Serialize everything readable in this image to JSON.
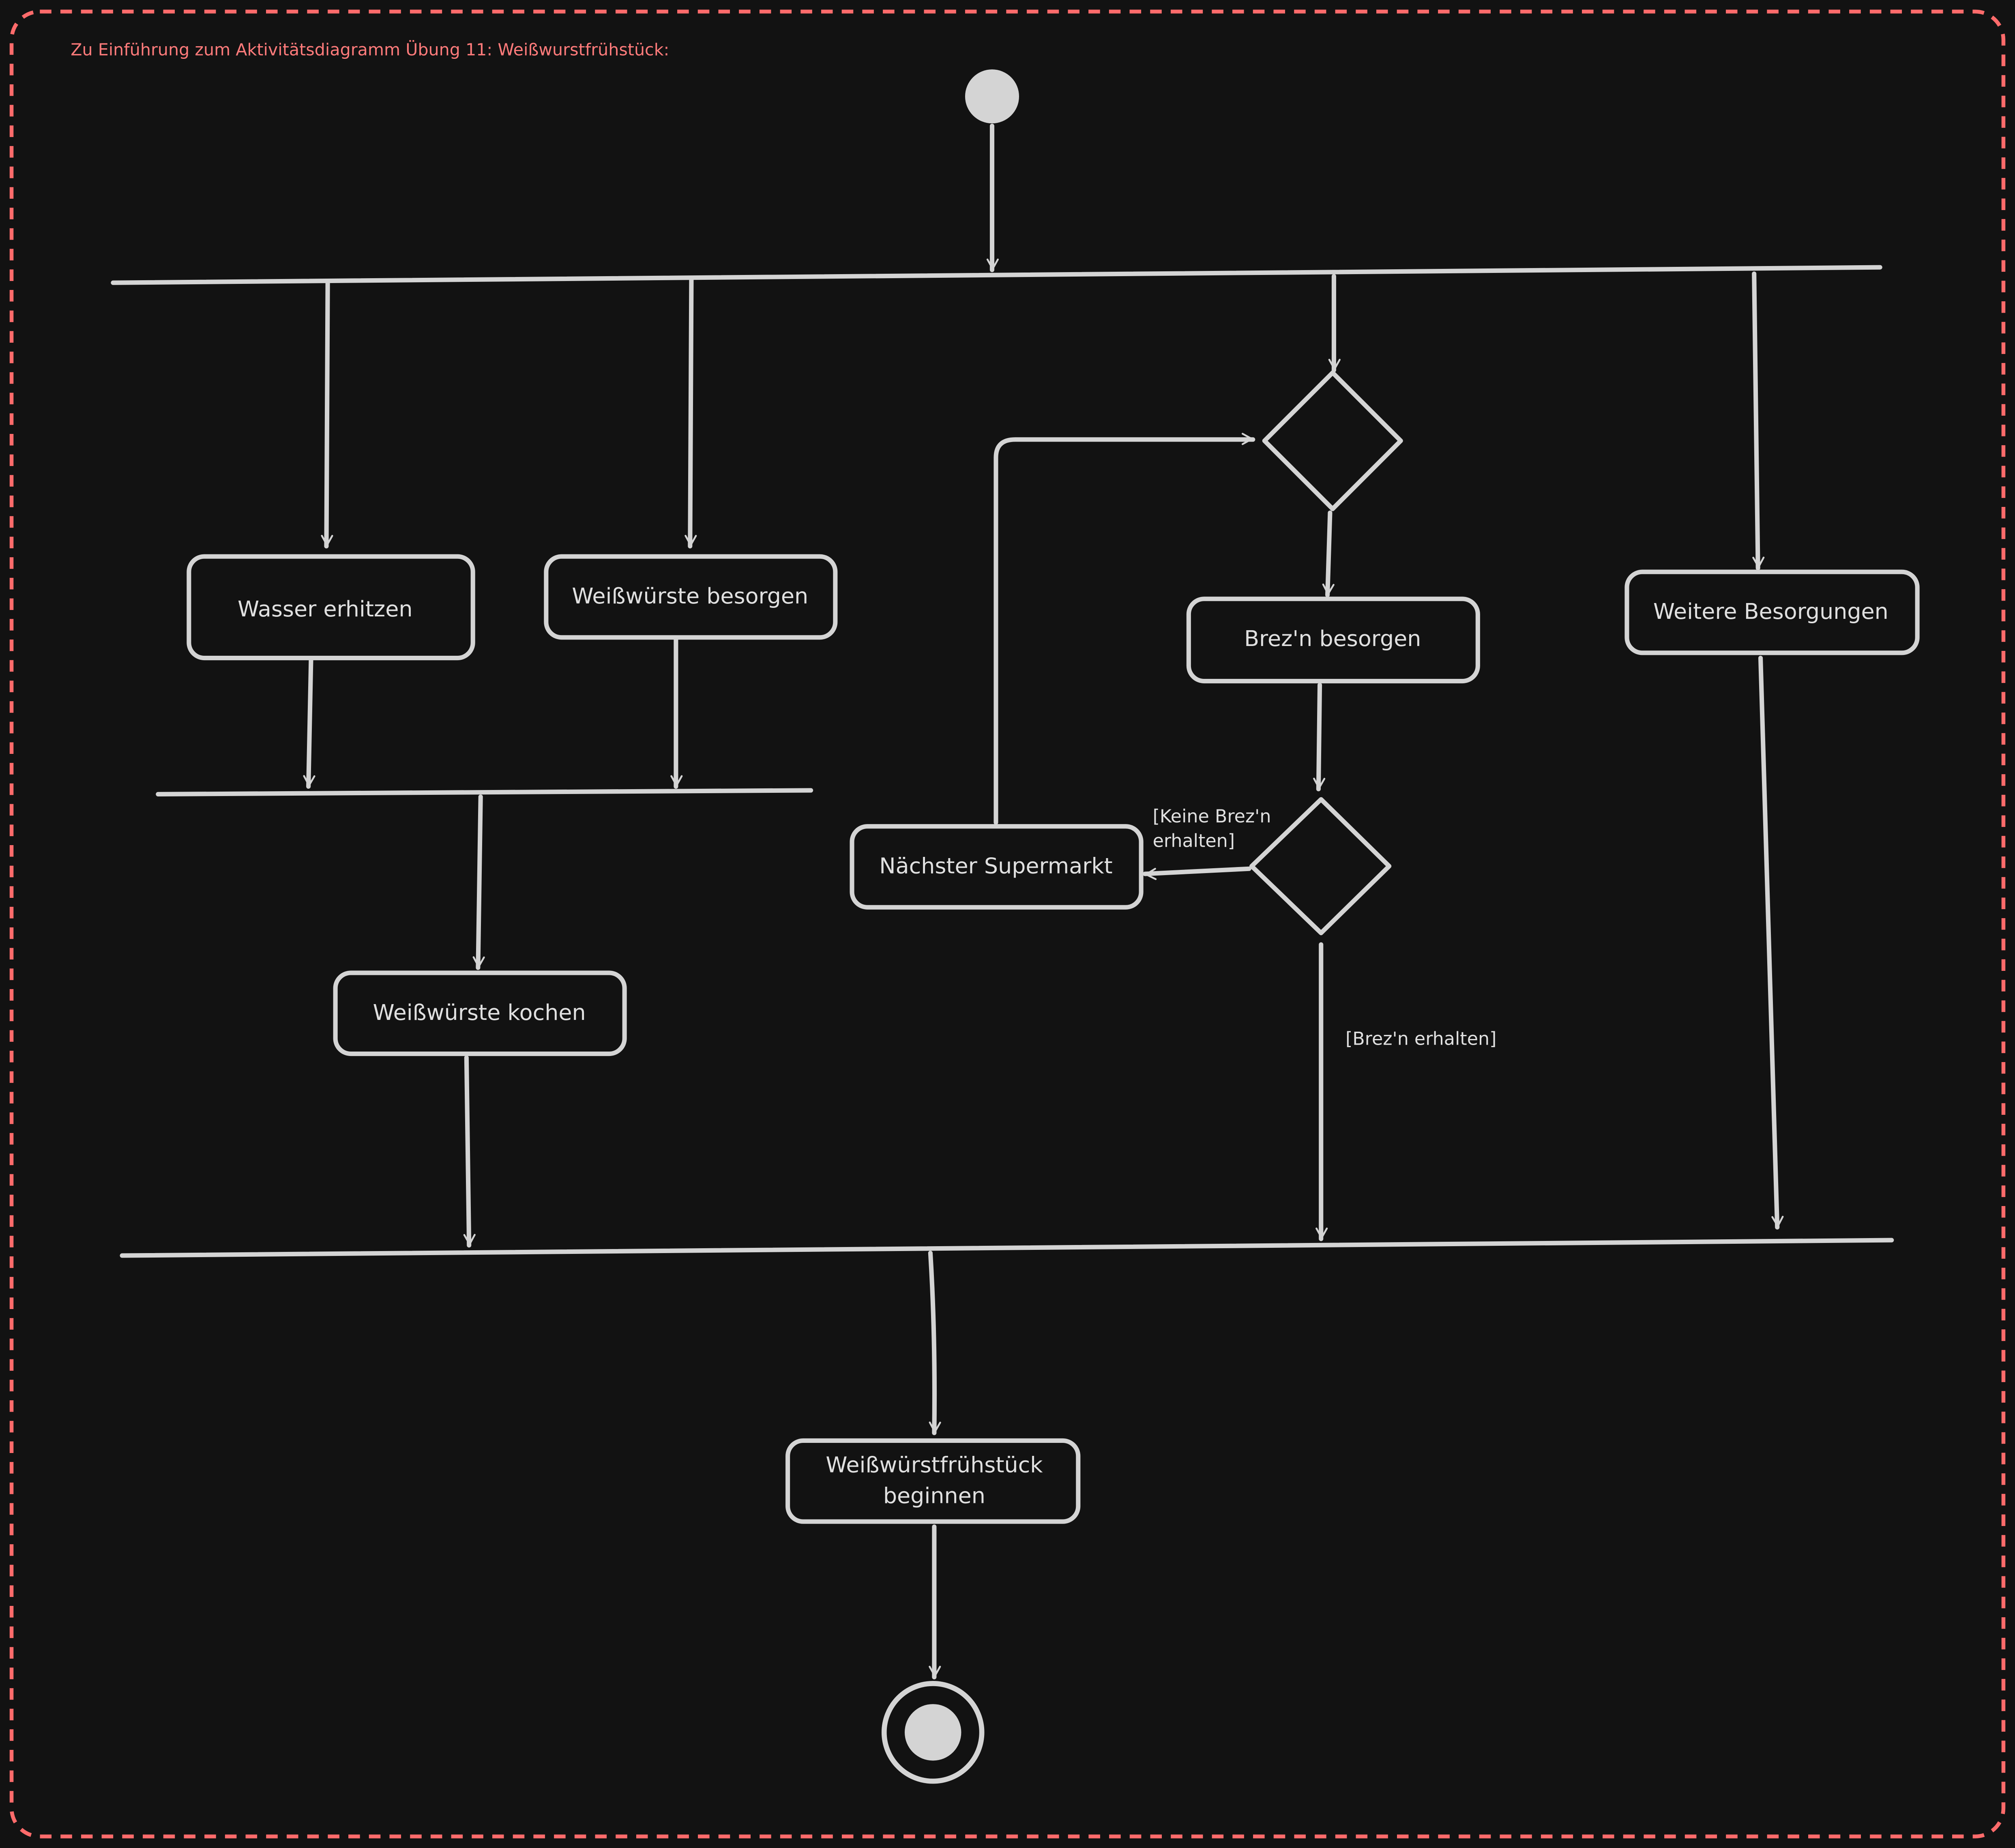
{
  "title": "Zu Einführung zum Aktivitätsdiagramm Übung 11: Weißwurstfrühstück:",
  "colors": {
    "background": "#121212",
    "stroke": "#d4d4d4",
    "frame": "#ff6b6b",
    "title": "#ff7b7b"
  },
  "actions": {
    "wasser_erhitzen": "Wasser erhitzen",
    "weisswuerste_besorgen": "Weißwürste besorgen",
    "brezn_besorgen": "Brez'n besorgen",
    "weitere_besorgungen": "Weitere Besorgungen",
    "weisswuerste_kochen": "Weißwürste kochen",
    "naechster_supermarkt": "Nächster Supermarkt",
    "fruehstueck_line1": "Weißwürstfrühstück",
    "fruehstueck_line2": "beginnen"
  },
  "guards": {
    "keine_brezn_line1": "[Keine Brez'n",
    "keine_brezn_line2": "erhalten]",
    "brezn_erhalten": "[Brez'n erhalten]"
  }
}
